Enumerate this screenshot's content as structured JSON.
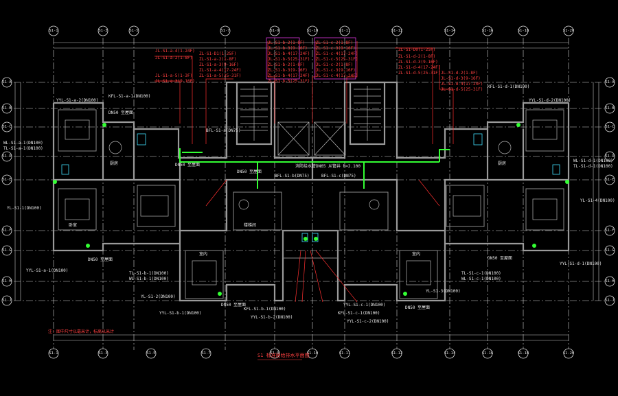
{
  "drawing": {
    "title": "S1 标准层给排水平面图",
    "note": "注：图中尺寸以毫米计，标高以米计"
  },
  "grid_axes": {
    "top": [
      "S1-1",
      "S1-3",
      "S1-5",
      "S1-7",
      "S1-9",
      "S1-10",
      "S1-11",
      "S1-12",
      "S1-14",
      "S1-16",
      "S1-18",
      "S1-20"
    ],
    "bottom": [
      "S1-1",
      "S1-3",
      "S1-5",
      "S1-7",
      "S1-9",
      "S1-10",
      "S1-11",
      "S1-12",
      "S1-14",
      "S1-16",
      "S1-18",
      "S1-20"
    ],
    "left": [
      "S1-A",
      "S1-B",
      "S1-C",
      "S1-D",
      "S1-E",
      "S1-F",
      "S1-G",
      "S1-H",
      "S1-J"
    ],
    "right": [
      "S1-A",
      "S1-B",
      "S1-C",
      "S1-D",
      "S1-E",
      "S1-F",
      "S1-G",
      "S1-H",
      "S1-J"
    ]
  },
  "labels_red": [
    "JL-S1-a-4(1-24F)",
    "JL-S1-a-2(1-8F)",
    "JL-S1-a-5(1-3F)",
    "JL-S1-a-3(9-16F)",
    "ZL-S1-D1(1-25F)",
    "ZL-S1-a-2(1-8F)",
    "ZL-S1-a-3(9-16F)",
    "ZL-S1-a-4(17-24F)",
    "ZL-S1-a-5(25-31F)",
    "JL-S1-b-2(1-8F)",
    "JL-S1-b-3(9-16F)",
    "JL-S1-b-4(17-24F)",
    "JL-S1-b-5(25-31F)",
    "ZL-S1-b-2(1-8F)",
    "ZL-S1-b-3(9-16F)",
    "ZL-S1-b-4(17-24F)",
    "ZL-S1-b-5(25-31F)",
    "ZL-S1-c-2(1-8F)",
    "ZL-S1-c-3(9-16F)",
    "ZL-S1-c-4(17-24F)",
    "ZL-S1-c-5(25-31F)",
    "JL-S1-c-2(1-8F)",
    "JL-S1-c-3(9-16F)",
    "JL-S1-c-4(17-24F)",
    "ZL-S1-D0(1-25F)",
    "ZL-S1-d-2(1-8F)",
    "ZL-S1-d-3(9-16F)",
    "ZL-S1-d-4(17-24F)",
    "ZL-S1-d-5(25-31F)",
    "JL-S1-d-2(1-8F)",
    "JL-S1-d-3(9-16F)",
    "JL-S1-d-4(17-24F)",
    "JL-S1-d-5(25-31F)"
  ],
  "labels_white": {
    "yyl_a2": "YYL-S1-a-2(DN100)",
    "kfl_a": "KFL-S1-a-1(DN100)",
    "dn50_a": "DN50 至屋面",
    "wl_a": "WL-S1-a-1(DN100)",
    "tl_a": "TL-S1-a-1(DN100)",
    "yl_s1_1": "YL-S1-1(DN100)",
    "yyl_a1": "YYL-S1-a-1(DN100)",
    "bfl": "BFL-S1-a(DN75)",
    "dn50_top": "DN50 至屋面",
    "pipe_main": "消防给水管DN65 从管井 h=2.100",
    "bfl2": "BFL-S1-b(DN75)",
    "bfl3": "BFL-S1-c(DN75)",
    "dn50_mid": "DN50 至屋面",
    "kfl_d": "KFL-S1-d-1(DN100)",
    "yyl_d2": "YYL-S1-d-2(DN100)",
    "wl_d": "WL-S1-d-1(DN100)",
    "tl_d": "TL-S1-d-1(DN100)",
    "yl_s1_4": "YL-S1-4(DN100)",
    "yyl_d1": "YYL-S1-d-1(DN100)",
    "tl_b": "TL-S1-b-1(DN100)",
    "wl_b": "WL-S1-b-1(DN100)",
    "yl_s1_2": "YL-S1-2(DN100)",
    "yyl_b1": "YYL-S1-b-1(DN100)",
    "kfl_b": "KFL-S1-b-1(DN100)",
    "yyl_b2": "YYL-S1-b-2(DN100)",
    "yyl_c1": "YYL-S1-c-1(DN100)",
    "kfl_c": "KFL-S1-c-1(DN100)",
    "yyl_c2": "YYL-S1-c-2(DN100)",
    "tl_c": "TL-S1-c-1(DN100)",
    "wl_c": "WL-S1-c-1(DN100)",
    "yl_s1_3": "YL-S1-3(DN100)",
    "dn50_b": "DN50 至屋面",
    "dn50_c": "DN50 至屋面",
    "dn50_d": "DN50 至屋面",
    "dn50_e": "DN50 至屋面"
  },
  "room_labels": {
    "kitchen_l": "厨房",
    "kitchen_r": "厨房",
    "bedroom": "卧室",
    "stair": "楼梯间",
    "room_a": "室内",
    "room_b": "室内"
  }
}
